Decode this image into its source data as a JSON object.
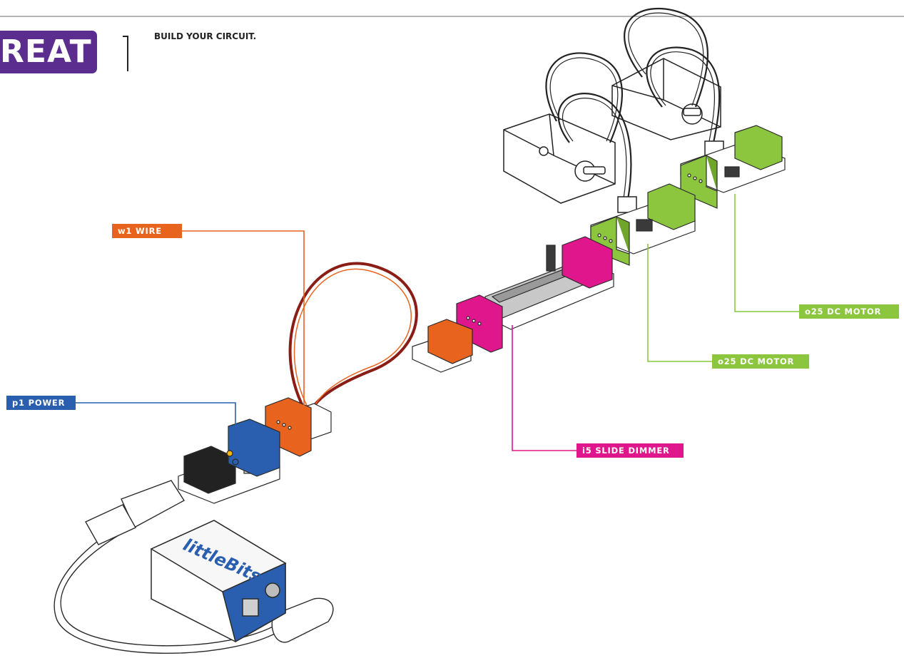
{
  "header": {
    "create_label": "REATE",
    "instruction": "BUILD YOUR CIRCUIT."
  },
  "battery_brand": "littleBits",
  "labels": {
    "power": "p1 POWER",
    "wire": "w1 WIRE",
    "dimmer": "i5 SLIDE DIMMER",
    "motor_1": "o25 DC MOTOR",
    "motor_2": "o25 DC MOTOR"
  },
  "colors": {
    "create_purple": "#5b2d8e",
    "power_blue": "#2a5fb0",
    "wire_orange": "#e8641e",
    "dimmer_pink": "#e0168c",
    "motor_green": "#8cc63f",
    "wire_red": "#8a1e16"
  }
}
